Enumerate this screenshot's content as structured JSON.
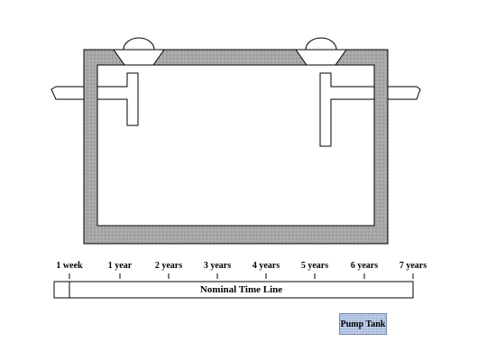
{
  "timeline": {
    "ticks": [
      "1 week",
      "1 year",
      "2 years",
      "3 years",
      "4 years",
      "5 years",
      "6 years",
      "7 years"
    ],
    "caption": "Nominal Time Line"
  },
  "controls": {
    "pump_tank_label": "Pump Tank"
  },
  "colors": {
    "tank_wall": "#a9a9a9",
    "outline": "#000000",
    "button_fill": "#b9c9e6"
  }
}
